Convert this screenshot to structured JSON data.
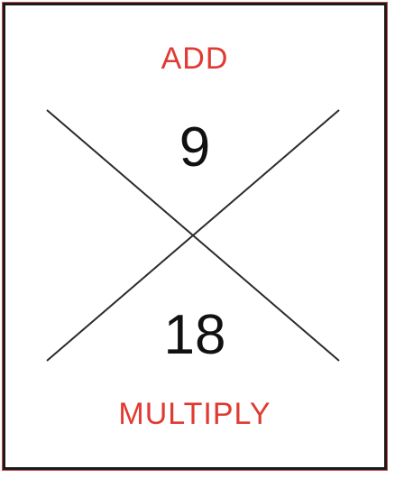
{
  "puzzle": {
    "top_label": "ADD",
    "top_value": "9",
    "bottom_value": "18",
    "bottom_label": "MULTIPLY"
  },
  "colors": {
    "label": "#e03a32",
    "number": "#111111",
    "line": "#2b2b2b",
    "border": "#1a1a1a"
  }
}
